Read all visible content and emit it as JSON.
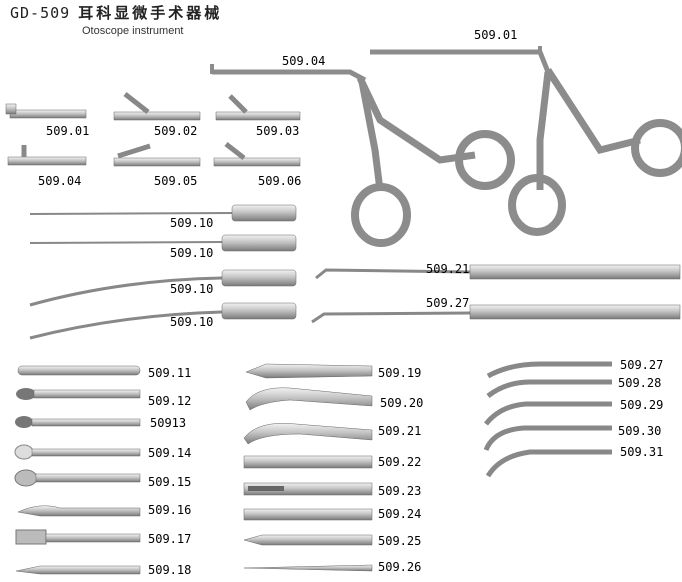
{
  "header": {
    "code": "GD-509",
    "title_cn": "耳科显微手术器械",
    "subtitle": "Otoscope instrument"
  },
  "labels": {
    "l_50901_top": "509.01",
    "l_50904_top": "509.04",
    "l_50901": "509.01",
    "l_50902": "509.02",
    "l_50903": "509.03",
    "l_50904": "509.04",
    "l_50905": "509.05",
    "l_50906": "509.06",
    "l_50910_a": "509.10",
    "l_50910_b": "509.10",
    "l_50910_c": "509.10",
    "l_50910_d": "509.10",
    "l_50921_hook": "509.21",
    "l_50927_hook": "509.27",
    "l_50911": "509.11",
    "l_50912": "509.12",
    "l_50913": "50913",
    "l_50914": "509.14",
    "l_50915": "509.15",
    "l_50916": "509.16",
    "l_50917": "509.17",
    "l_50918": "509.18",
    "l_50919": "509.19",
    "l_50920": "509.20",
    "l_50921": "509.21",
    "l_50922": "509.22",
    "l_50923": "509.23",
    "l_50924": "509.24",
    "l_50925": "509.25",
    "l_50926": "509.26",
    "l_50927": "509.27",
    "l_50928": "509.28",
    "l_50929": "509.29",
    "l_50930": "509.30",
    "l_50931": "509.31"
  },
  "colors": {
    "steel_light": "#e6e6e6",
    "steel_mid": "#a9a9a9",
    "steel_dark": "#6b6b6b"
  }
}
